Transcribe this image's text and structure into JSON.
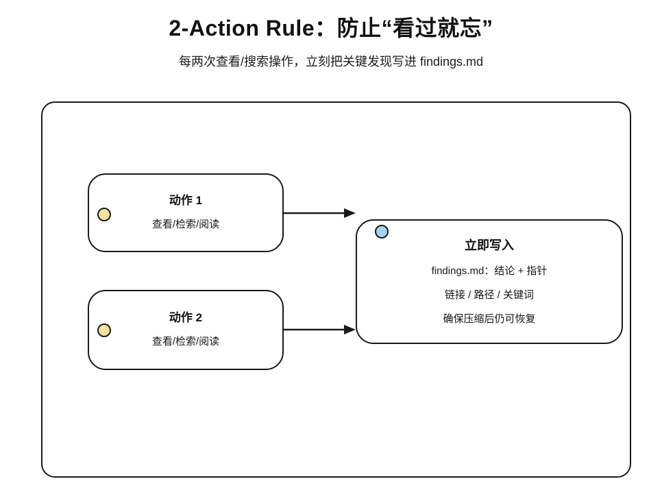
{
  "header": {
    "title": "2-Action Rule：防止“看过就忘”",
    "subtitle": "每两次查看/搜索操作，立刻把关键发现写进 findings.md"
  },
  "diagram": {
    "action1": {
      "title": "动作 1",
      "subtitle": "查看/检索/阅读"
    },
    "action2": {
      "title": "动作 2",
      "subtitle": "查看/检索/阅读"
    },
    "write": {
      "title": "立即写入",
      "lines": [
        "findings.md：结论 + 指针",
        "链接 / 路径 / 关键词",
        "确保压缩后仍可恢复"
      ]
    },
    "colors": {
      "action_bullet": "#f5e2a0",
      "write_bullet": "#a8d3f0",
      "stroke": "#1a1a1a",
      "background": "#ffffff"
    }
  }
}
